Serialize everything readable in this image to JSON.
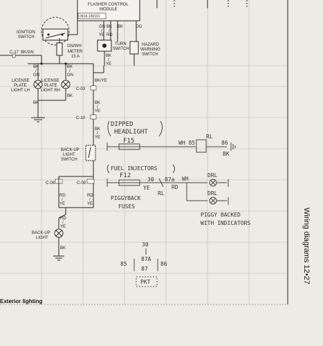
{
  "printed": {
    "flasher_module": "FLASHER CONTROL",
    "flasher_module_2": "MODULE",
    "flasher_code": "0918-100101",
    "ignition_switch": "IGNITION",
    "ignition_switch_2": "SWITCH",
    "meter_fuse": "METER",
    "meter_fuse_2": "15 A",
    "turn_switch": "TURN",
    "turn_switch_2": "SWITCH",
    "hazard_switch": "HAZARD",
    "hazard_switch_2": "WARNING",
    "hazard_switch_3": "SWITCH",
    "license_lh": "LICENSE",
    "license_lh_2": "PLATE",
    "license_lh_3": "LIGHT LH",
    "license_rh": "LICENSE",
    "license_rh_2": "PLATE",
    "license_rh_3": "LIGHT RH",
    "backup_switch": "BACK-UP",
    "backup_switch_2": "LIGHT",
    "backup_switch_3": "SWITCH",
    "backup_light": "BACK-UP",
    "backup_light_2": "LIGHT",
    "c17": "C-17",
    "c03": "C-03",
    "c10": "C-10",
    "c08a": "C-08",
    "c08b": "C-08",
    "wire_gn": "GN",
    "wire_gn_2": "/",
    "wire_ye": "YE",
    "wire_bk": "BK",
    "wire_rd": "RD",
    "wire_og": "OG",
    "wire_bkgn": "BK/GN",
    "wire_gnwh": "GN/WH",
    "wire_bkye": "BK/YE",
    "wire_bkgn_v": "BK",
    "wire_gn_v": "GN",
    "wire_rdye": "RD",
    "wire_ye_v": "YE",
    "sidebar": "Wiring diagrams  12•27",
    "footer": "Exterior lighting"
  },
  "handwritten": {
    "dipped": "DIPPED",
    "headlight": "HEADLIGHT",
    "f15": "F15",
    "wh85": "WH 85",
    "rl": "RL",
    "n86": "86",
    "bk": "BK",
    "fuel": "FUEL INJECTORS",
    "f12": "F12",
    "n30": "30",
    "ye": "YE",
    "n87a": "87a",
    "rd": "RD",
    "rl2": "RL",
    "wh": "WH",
    "drl1": "DRL",
    "drl2": "DRL",
    "piggy1": "PIGGYBACK",
    "piggy2": "FUSES",
    "piggyb1": "PIGGY BACKED",
    "piggyb2": "WITH INDICATORS",
    "p30": "30",
    "p87a": "87A",
    "p87": "87",
    "p85": "85",
    "p86": "86",
    "pkt": "PKT"
  }
}
